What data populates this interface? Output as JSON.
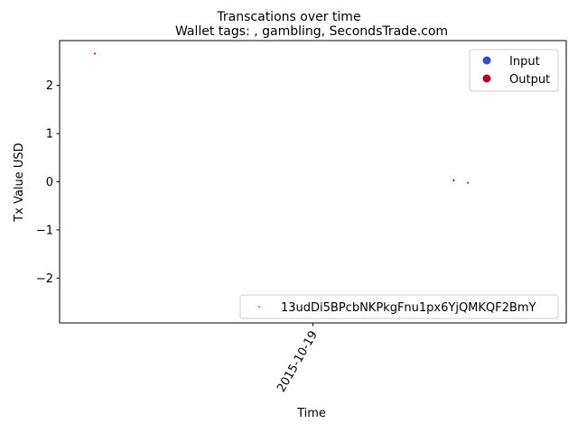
{
  "chart_data": {
    "type": "scatter",
    "suptitle": "Transcations over time",
    "title": "Wallet tags: , gambling, SecondsTrade.com",
    "xlabel": "Time",
    "ylabel": "Tx Value USD",
    "x_ticks": [
      {
        "value": "2015-10-19",
        "label": "2015-10-19"
      }
    ],
    "x_range": [
      "2015-10-16",
      "2015-10-22"
    ],
    "y_ticks": [
      -2,
      -1,
      0,
      1,
      2
    ],
    "y_tick_labels": [
      "−2",
      "−1",
      "0",
      "1",
      "2"
    ],
    "ylim": [
      -2.93,
      2.93
    ],
    "grid": false,
    "series": [
      {
        "name": "Input",
        "color": "#3b4cc0",
        "points": [
          {
            "x": "2015-10-20T20:00",
            "y": -0.02
          }
        ]
      },
      {
        "name": "Output",
        "color": "#b40426",
        "points": [
          {
            "x": "2015-10-16T10:00",
            "y": 2.66
          },
          {
            "x": "2015-10-20T16:00",
            "y": 0.03
          }
        ]
      }
    ],
    "legend": {
      "placement": "upper right",
      "entries": [
        {
          "label": "Input",
          "color": "#3b4cc0"
        },
        {
          "label": "Output",
          "color": "#b40426"
        }
      ]
    },
    "address_legend": {
      "placement": "lower right",
      "label": "13udDi5BPcbNKPkgFnu1px6YjQMKQF2BmY",
      "color": "#2a9d8f"
    }
  }
}
